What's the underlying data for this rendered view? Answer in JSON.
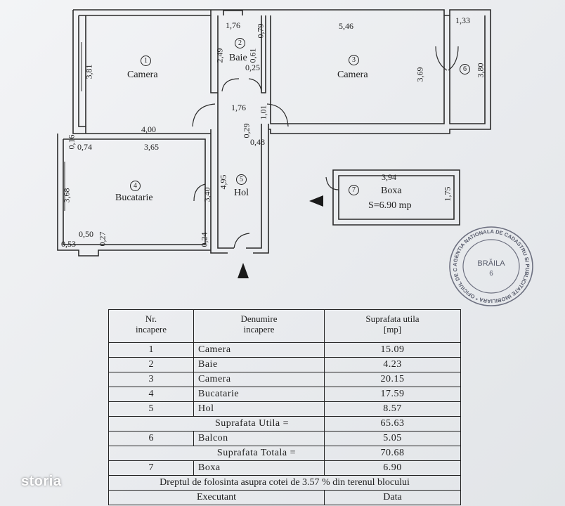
{
  "plan": {
    "rooms": [
      {
        "num": "1",
        "name": "Camera"
      },
      {
        "num": "2",
        "name": "Baie"
      },
      {
        "num": "3",
        "name": "Camera"
      },
      {
        "num": "4",
        "name": "Bucatarie"
      },
      {
        "num": "5",
        "name": "Hol"
      },
      {
        "num": "6",
        "name": ""
      },
      {
        "num": "7",
        "name": "Boxa"
      }
    ],
    "boxa_area": "S=6.90 mp",
    "dims": {
      "d_176_top": "1,76",
      "d_079": "0,79",
      "d_546": "5,46",
      "d_133": "1,33",
      "d_249": "2,49",
      "d_061": "0,61",
      "d_025": "0,25",
      "d_381": "3,81",
      "d_369": "3,69",
      "d_380": "3,80",
      "d_176_mid": "1,76",
      "d_101": "1,01",
      "d_029": "0,29",
      "d_048": "0,48",
      "d_400": "4,00",
      "d_016": "0,16",
      "d_074": "0,74",
      "d_365": "3,65",
      "d_368": "3,68",
      "d_340": "3,40",
      "d_495": "4,95",
      "d_394": "3,94",
      "d_175": "1,75",
      "d_050": "0,50",
      "d_053": "0,53",
      "d_027": "0,27",
      "d_024": "0,24"
    }
  },
  "table": {
    "headers": {
      "nr_line1": "Nr.",
      "nr_line2": "incapere",
      "den_line1": "Denumire",
      "den_line2": "incapere",
      "sup_line1": "Suprafata utila",
      "sup_line2": "[mp]"
    },
    "rows": [
      {
        "nr": "1",
        "name": "Camera",
        "area": "15.09"
      },
      {
        "nr": "2",
        "name": "Baie",
        "area": "4.23"
      },
      {
        "nr": "3",
        "name": "Camera",
        "area": "20.15"
      },
      {
        "nr": "4",
        "name": "Bucatarie",
        "area": "17.59"
      },
      {
        "nr": "5",
        "name": "Hol",
        "area": "8.57"
      }
    ],
    "suprafata_utila_label": "Suprafata Utila =",
    "suprafata_utila_value": "65.63",
    "balcon": {
      "nr": "6",
      "name": "Balcon",
      "area": "5.05"
    },
    "suprafata_totala_label": "Suprafata Totala =",
    "suprafata_totala_value": "70.68",
    "boxa": {
      "nr": "7",
      "name": "Boxa",
      "area": "6.90"
    },
    "footer_note": "Dreptul de folosinta asupra cotei de 3.57 % din terenul blocului",
    "executant_label": "Executant",
    "data_label": "Data"
  },
  "stamp": {
    "text": "AGENTIA NATIONALA DE CADASTRU SI PUBLICITATE IMOBILIARA * OFICIUL DE CADASTRU SI PUBLICITATE IMOBILIARA",
    "city": "BRĂILA",
    "number": "6"
  },
  "watermark": "storia"
}
